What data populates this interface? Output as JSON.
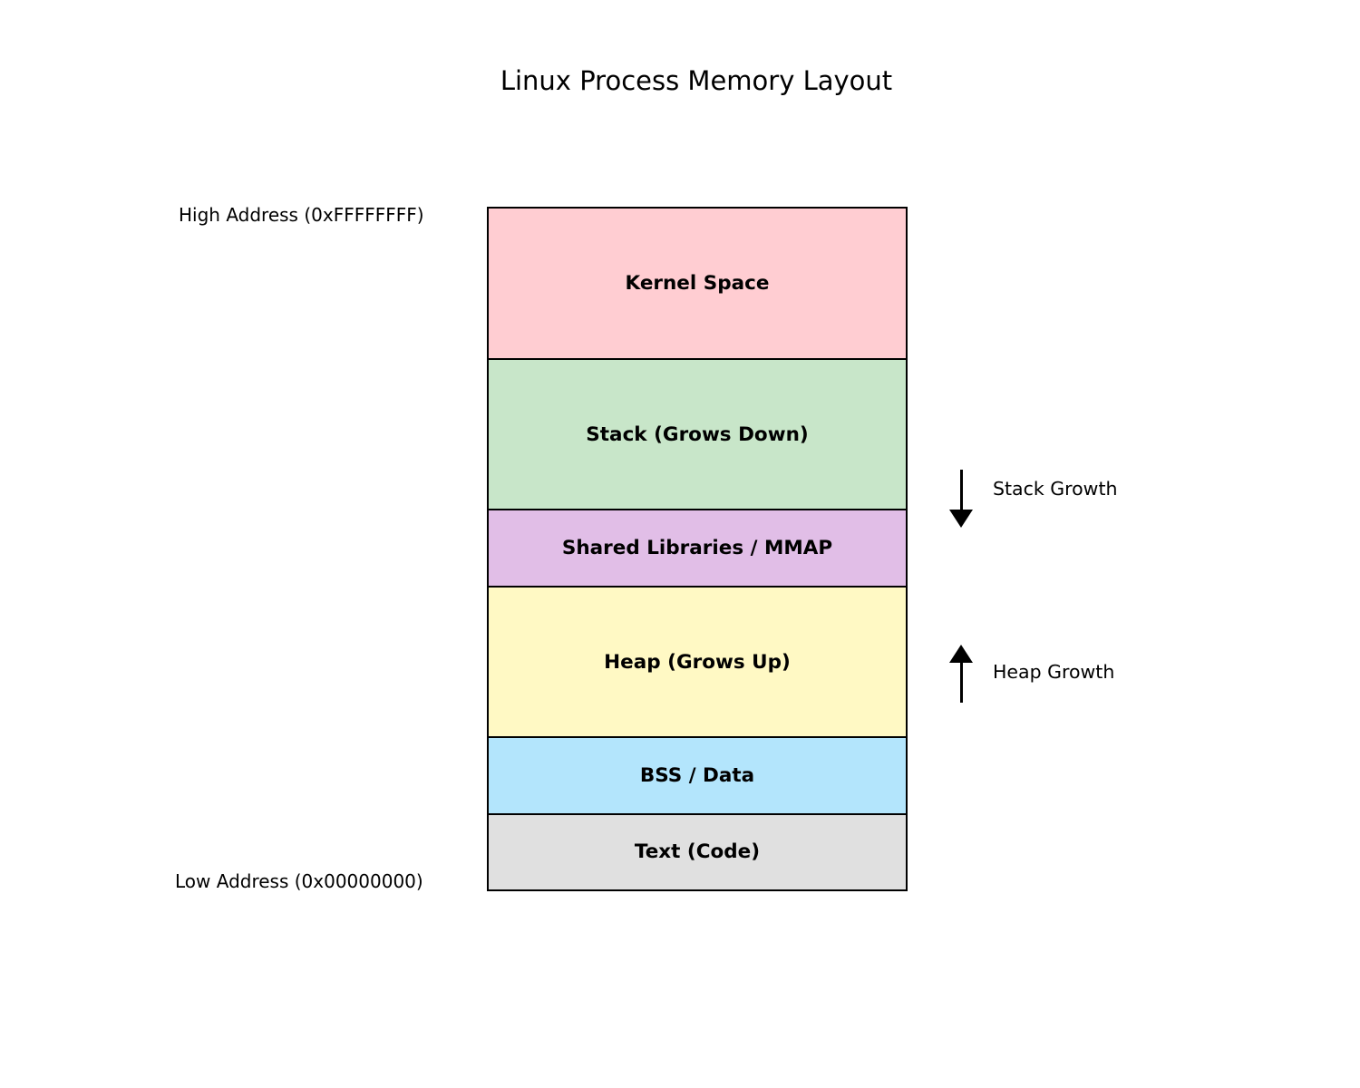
{
  "title": "Linux Process Memory Layout",
  "address_labels": {
    "high": "High Address (0xFFFFFFFF)",
    "low": "Low Address (0x00000000)"
  },
  "diagram": {
    "segments": [
      {
        "label": "Kernel Space",
        "color": "#ffcdd2",
        "size": 2
      },
      {
        "label": "Stack (Grows Down)",
        "color": "#c8e6c9",
        "size": 2
      },
      {
        "label": "Shared Libraries / MMAP",
        "color": "#e1bee7",
        "size": 1
      },
      {
        "label": "Heap (Grows Up)",
        "color": "#fff9c4",
        "size": 2
      },
      {
        "label": "BSS / Data",
        "color": "#b3e5fc",
        "size": 1
      },
      {
        "label": "Text (Code)",
        "color": "#e0e0e0",
        "size": 1
      }
    ],
    "border_color": "#000000",
    "background_color": "#ffffff"
  },
  "annotations": {
    "stack_growth": {
      "label": "Stack Growth",
      "direction": "down"
    },
    "heap_growth": {
      "label": "Heap Growth",
      "direction": "up"
    }
  }
}
